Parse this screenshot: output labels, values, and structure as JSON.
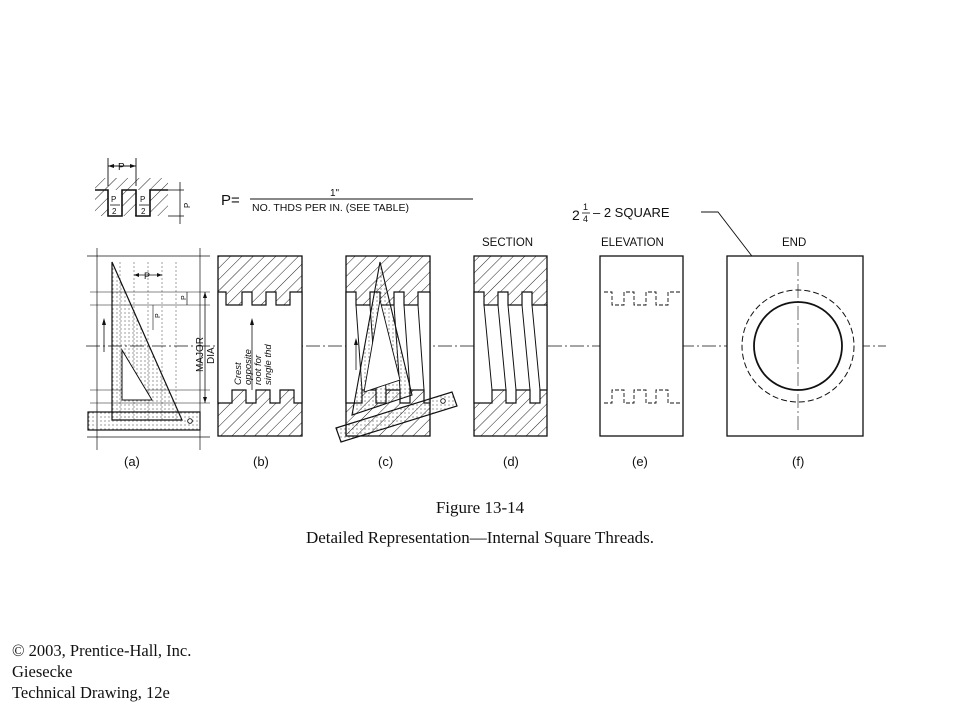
{
  "formula": {
    "lhs": "P=",
    "numerator": "1\"",
    "denominator": "NO. THDS PER IN. (SEE TABLE)"
  },
  "profile": {
    "pitch_label": "P",
    "half_pitch_label": "P",
    "half_pitch_denominator": "2"
  },
  "view_headers": {
    "section": "SECTION",
    "elevation": "ELEVATION",
    "end": "END"
  },
  "thread_spec": {
    "whole": "2",
    "frac_num": "1",
    "frac_den": "4",
    "rest": "– 2  SQUARE"
  },
  "annotations": {
    "major_dia": [
      "MAJOR",
      "DIA"
    ],
    "crest_note": [
      "Crest",
      "opposite",
      "root for",
      "single thd"
    ]
  },
  "view_labels": [
    "(a)",
    "(b)",
    "(c)",
    "(d)",
    "(e)",
    "(f)"
  ],
  "figure": {
    "number": "Figure 13-14",
    "title": "Detailed Representation—Internal Square Threads."
  },
  "credits": [
    "© 2003, Prentice-Hall, Inc.",
    "Giesecke",
    "Technical Drawing, 12e"
  ]
}
